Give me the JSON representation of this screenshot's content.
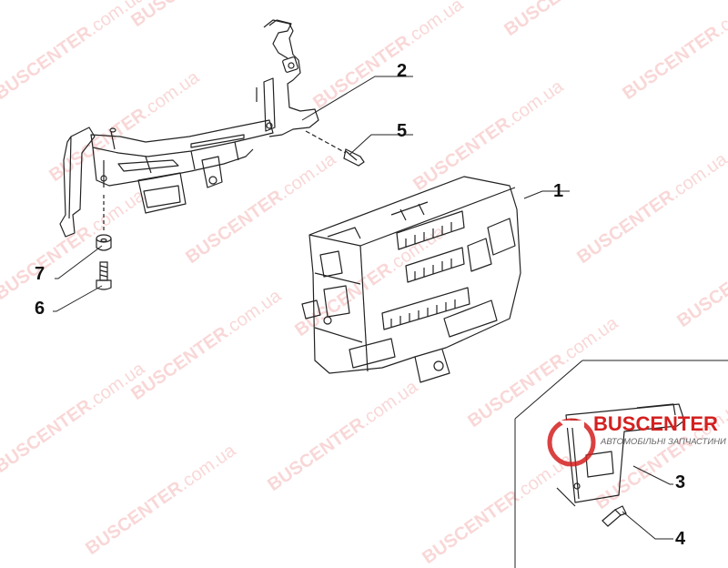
{
  "callouts": [
    "1",
    "2",
    "3",
    "4",
    "5",
    "6",
    "7"
  ],
  "watermark": {
    "brand": "BUSCENTER",
    "domain": ".com.ua",
    "color": "#e74c4c"
  },
  "logo": {
    "brand": "BUSCENTER",
    "subtitle": "АВТОМОБІЛЬНІ ЗАПЧАСТИНИ",
    "color": "#d42020"
  }
}
